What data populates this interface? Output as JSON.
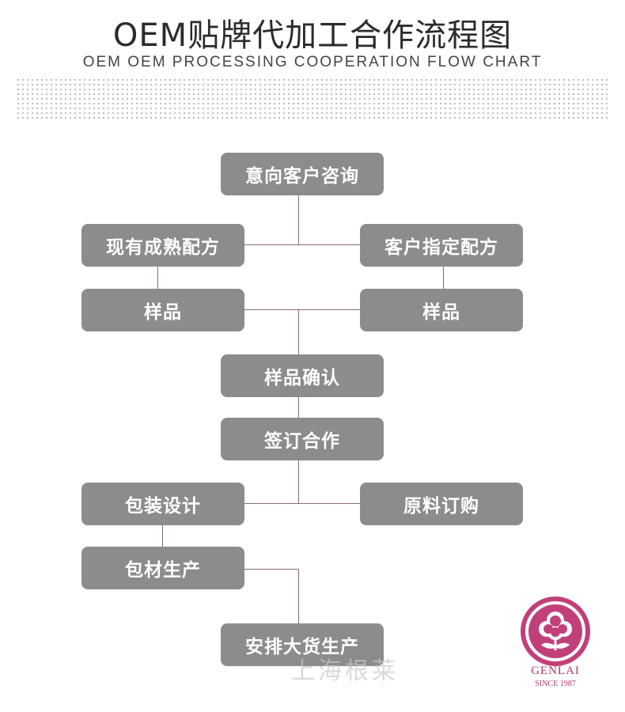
{
  "header": {
    "title": "OEM贴牌代加工合作流程图",
    "subtitle": "OEM OEM PROCESSING COOPERATION FLOW CHART"
  },
  "flow": {
    "customer_inquiry": "意向客户咨询",
    "existing_formula": "现有成熟配方",
    "customer_formula": "客户指定配方",
    "sample_left": "样品",
    "sample_right": "样品",
    "sample_confirm": "样品确认",
    "sign_contract": "签订合作",
    "package_design": "包装设计",
    "material_purchase": "原料订购",
    "package_production": "包材生产",
    "mass_production": "安排大货生产"
  },
  "watermark": "上海根莱",
  "logo": {
    "name": "GENLAI",
    "since": "SINCE 1987",
    "color": "#c2407a"
  },
  "colors": {
    "box": "#8c8c8c",
    "connector": "#8a6a74"
  }
}
